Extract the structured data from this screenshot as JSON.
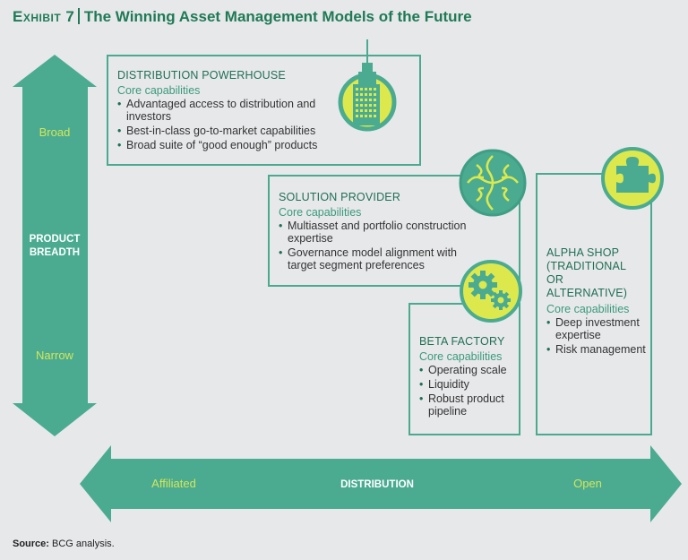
{
  "title": {
    "exhibit": "Exhibit 7",
    "text": "The Winning Asset Management Models of the Future"
  },
  "vertical_axis": {
    "label_line1": "PRODUCT",
    "label_line2": "BREADTH",
    "top": "Broad",
    "bottom": "Narrow"
  },
  "horizontal_axis": {
    "label": "DISTRIBUTION",
    "left": "Affiliated",
    "right": "Open"
  },
  "models": [
    {
      "name": "DISTRIBUTION POWERHOUSE",
      "subhead": "Core capabilities",
      "icon": "skyscraper-icon",
      "items": [
        "Advantaged access to distribution and investors",
        "Best-in-class go-to-market capabilities",
        "Broad suite of “good enough” products"
      ]
    },
    {
      "name": "SOLUTION PROVIDER",
      "subhead": "Core capabilities",
      "icon": "puzzle-icon",
      "items": [
        "Multiasset and portfolio construction expertise",
        "Governance model alignment with target segment preferences"
      ]
    },
    {
      "name": "BETA FACTORY",
      "subhead": "Core capabilities",
      "icon": "gears-icon",
      "items": [
        "Operating scale",
        "Liquidity",
        "Robust product pipeline"
      ]
    },
    {
      "name": "ALPHA SHOP (TRADITIONAL OR ALTERNATIVE)",
      "name_lines": [
        "ALPHA SHOP",
        "(TRADITIONAL",
        "OR",
        "ALTERNATIVE)"
      ],
      "subhead": "Core capabilities",
      "icon": "puzzle-piece-icon",
      "items": [
        "Deep investment expertise",
        "Risk management"
      ]
    }
  ],
  "source": {
    "label": "Source:",
    "text": "BCG analysis."
  },
  "colors": {
    "teal": "#4aab91",
    "yellow": "#d9e84a",
    "label_green": "#1f7a56",
    "axis_text_yellow": "#d4e65a"
  }
}
